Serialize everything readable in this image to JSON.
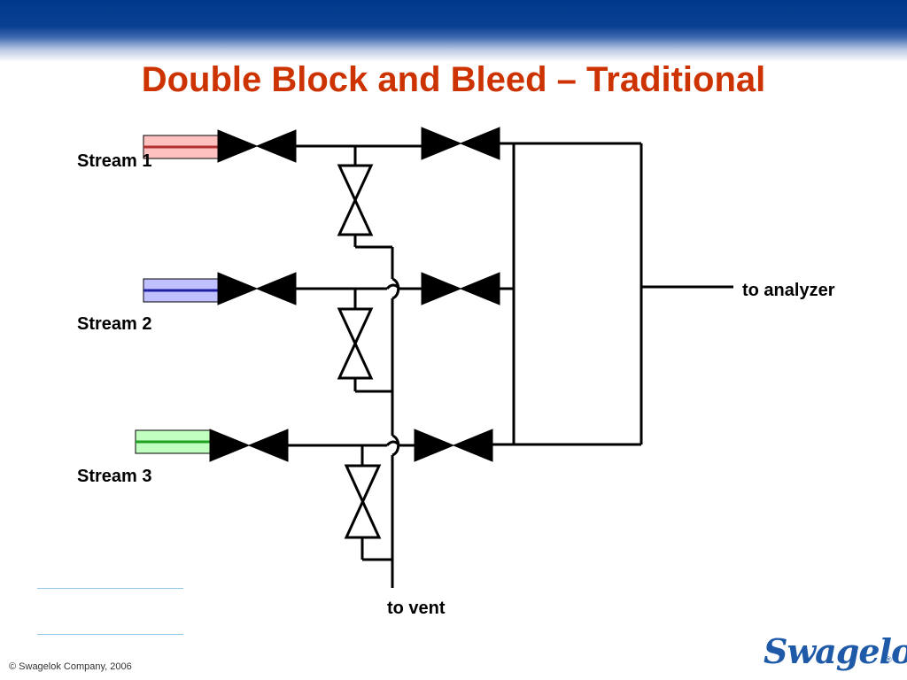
{
  "slide": {
    "title": "Double Block and Bleed – Traditional",
    "footer": "© Swagelok Company, 2006",
    "logo_text": "Swagelok",
    "logo_mark": "®"
  },
  "diagram": {
    "streams": [
      {
        "label": "Stream 1",
        "color": "#ffc0c0",
        "line_color": "#b03030"
      },
      {
        "label": "Stream 2",
        "color": "#c0c0ff",
        "line_color": "#2020a0"
      },
      {
        "label": "Stream 3",
        "color": "#c0ffc0",
        "line_color": "#20a020"
      }
    ],
    "outlet_analyzer": "to analyzer",
    "outlet_vent": "to vent"
  },
  "colors": {
    "title": "#cc3300",
    "header_band": "#003a8c",
    "logo": "#1e5aa8"
  }
}
